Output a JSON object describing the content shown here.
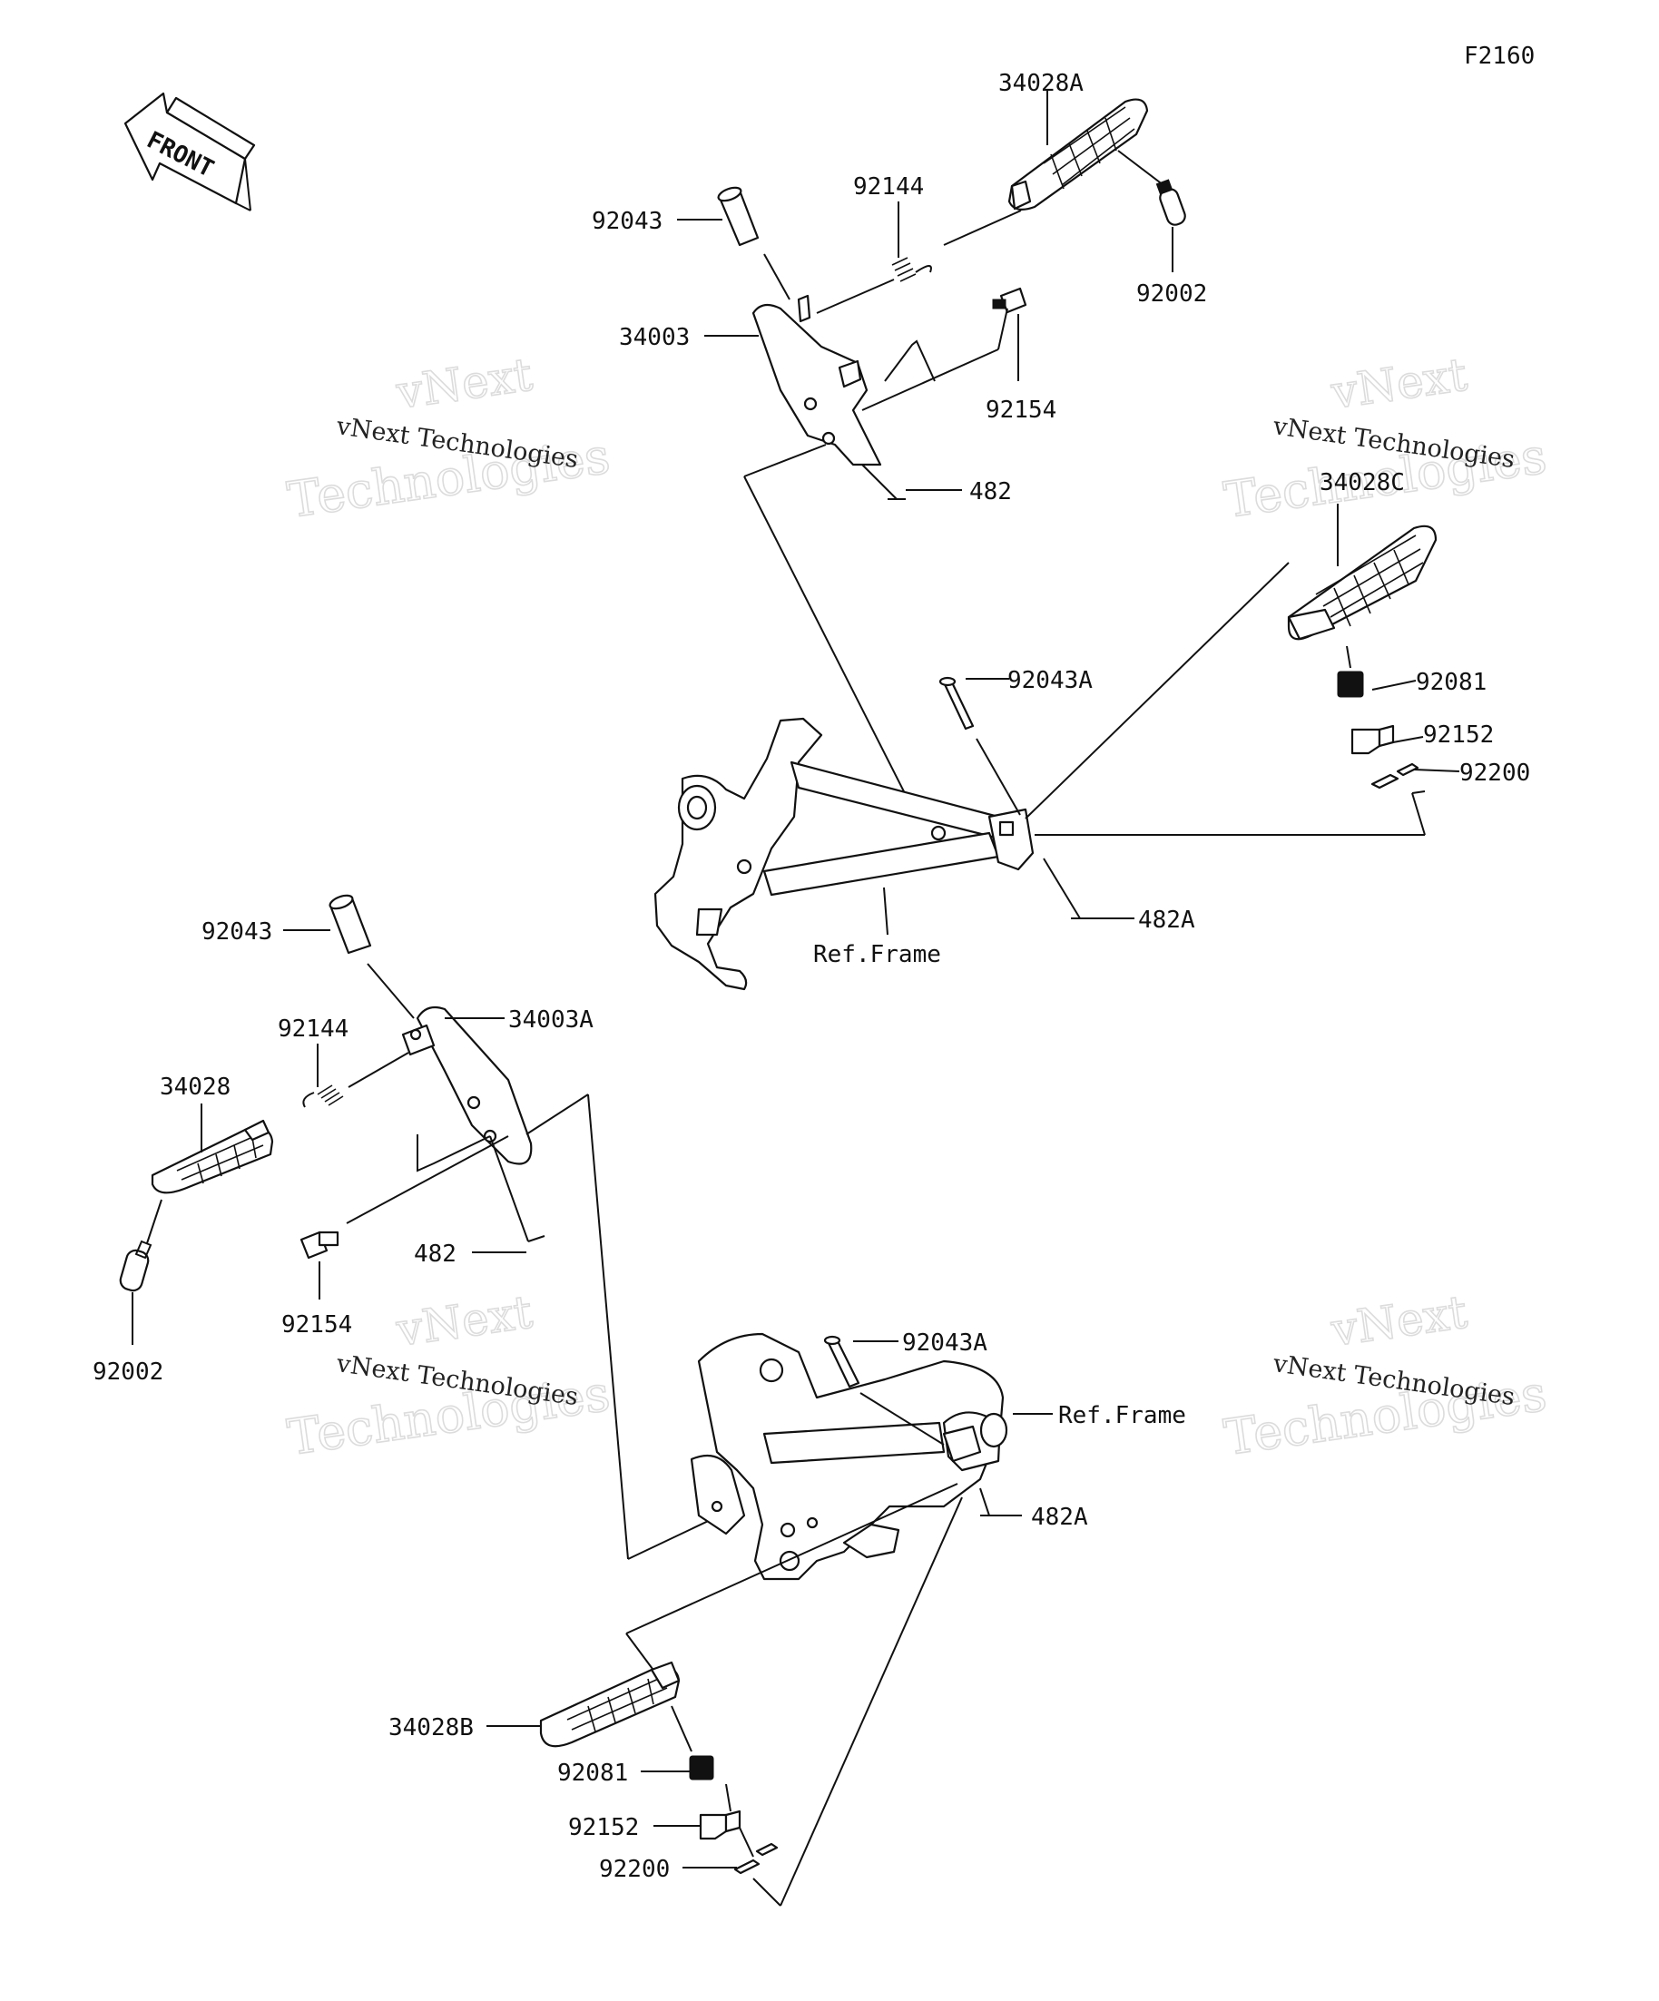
{
  "diagram_code": "F2160",
  "front_arrow_label": "FRONT",
  "watermark": {
    "line1": "vNext Technologies",
    "line2": "vNext",
    "line3": "Technologies"
  },
  "callouts": {
    "top_footpeg": "34028A",
    "top_spring": "92144",
    "top_pin": "92043",
    "top_bracket": "34003",
    "top_cap": "92002",
    "top_bolt": "92154",
    "top_482": "482",
    "rear_footpeg_right": "34028C",
    "rear_spring_right": "92081",
    "rear_washer_right": "92152",
    "rear_clip_right": "92200",
    "rear_pin_right": "92043A",
    "rear_482a_right": "482A",
    "frame_upper": "Ref.Frame",
    "left_pin": "92043",
    "left_bracket": "34003A",
    "left_spring": "92144",
    "left_footpeg": "34028",
    "left_482": "482",
    "left_bolt": "92154",
    "left_cap": "92002",
    "rear_pin_left": "92043A",
    "frame_lower": "Ref.Frame",
    "rear_482a_left": "482A",
    "rear_footpeg_left": "34028B",
    "rear_spring_left": "92081",
    "rear_washer_left": "92152",
    "rear_clip_left": "92200"
  }
}
